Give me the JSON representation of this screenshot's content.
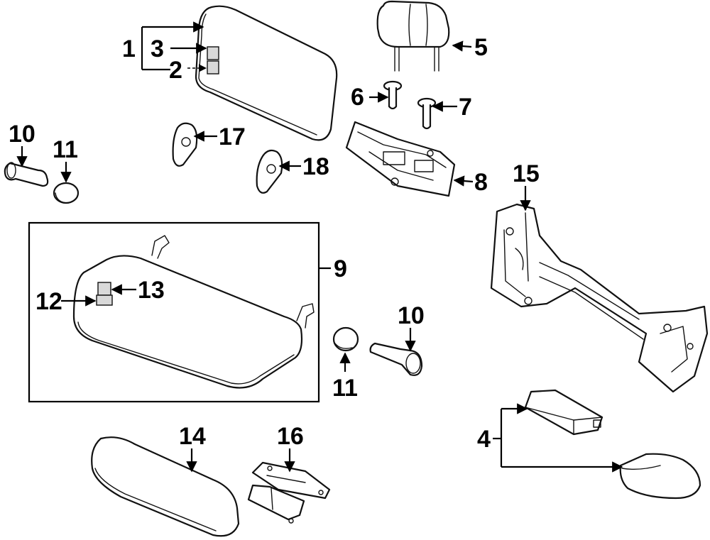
{
  "callouts": {
    "c1": "1",
    "c2": "2",
    "c3": "3",
    "c4": "4",
    "c5": "5",
    "c6": "6",
    "c7": "7",
    "c8": "8",
    "c9": "9",
    "c10a": "10",
    "c10b": "10",
    "c11a": "11",
    "c11b": "11",
    "c12": "12",
    "c13": "13",
    "c14": "14",
    "c15": "15",
    "c16": "16",
    "c17": "17",
    "c18": "18"
  }
}
